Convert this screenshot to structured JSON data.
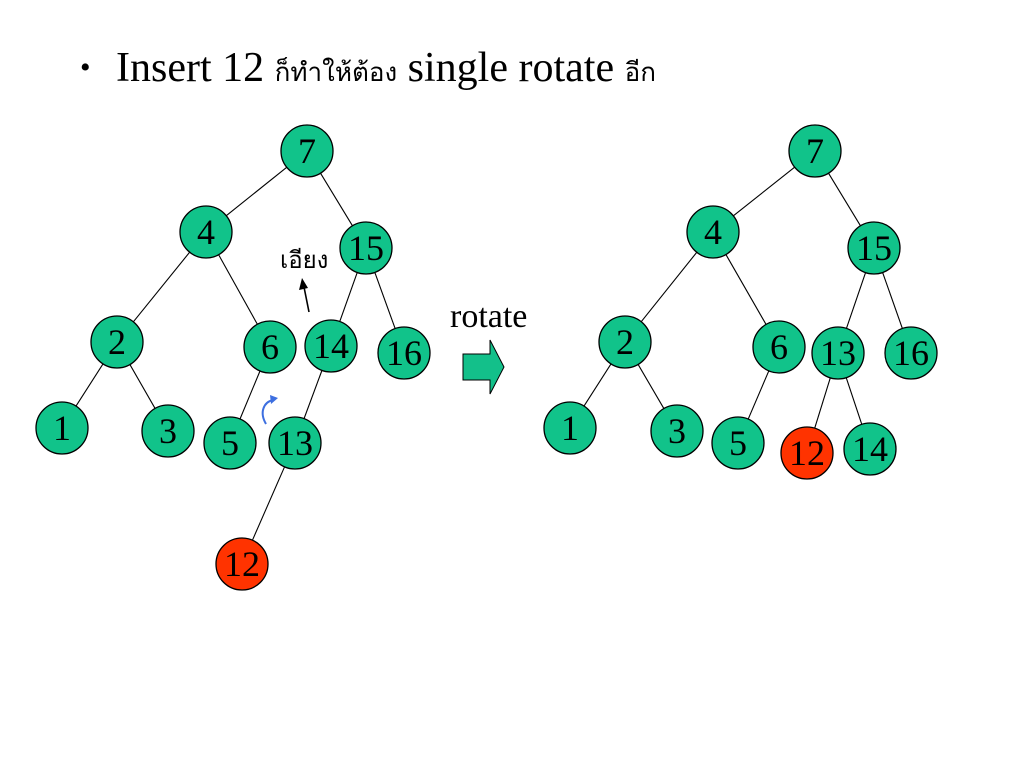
{
  "slide": {
    "bullet": "•",
    "title_prefix": "Insert 12",
    "title_thai_1": "ก็ทำให้ต้อง",
    "title_middle": "single rotate",
    "title_thai_2": "อีก"
  },
  "colors": {
    "node_fill": "#11c38a",
    "new_node_fill": "#ff3300",
    "arrow_fill": "#13c08a",
    "curl_arrow": "#3d6fe0",
    "line": "#000000",
    "background": "#ffffff"
  },
  "annotations": {
    "tilt_label": "เอียง",
    "rotate_label": "rotate"
  },
  "trees": {
    "before": {
      "nodes": [
        "7",
        "4",
        "15",
        "2",
        "6",
        "14",
        "16",
        "1",
        "3",
        "5",
        "13",
        "12"
      ],
      "edges": [
        [
          "7",
          "4"
        ],
        [
          "7",
          "15"
        ],
        [
          "4",
          "2"
        ],
        [
          "4",
          "6"
        ],
        [
          "15",
          "14"
        ],
        [
          "15",
          "16"
        ],
        [
          "2",
          "1"
        ],
        [
          "2",
          "3"
        ],
        [
          "6",
          "5"
        ],
        [
          "14",
          "13"
        ],
        [
          "13",
          "12"
        ]
      ],
      "highlighted": [
        "12"
      ]
    },
    "after": {
      "nodes": [
        "7",
        "4",
        "15",
        "2",
        "6",
        "13",
        "16",
        "1",
        "3",
        "5",
        "12",
        "14"
      ],
      "edges": [
        [
          "7",
          "4"
        ],
        [
          "7",
          "15"
        ],
        [
          "4",
          "2"
        ],
        [
          "4",
          "6"
        ],
        [
          "15",
          "13"
        ],
        [
          "15",
          "16"
        ],
        [
          "2",
          "1"
        ],
        [
          "2",
          "3"
        ],
        [
          "6",
          "5"
        ],
        [
          "13",
          "12"
        ],
        [
          "13",
          "14"
        ]
      ],
      "highlighted": [
        "12"
      ]
    }
  },
  "icons": {
    "transition_arrow": "right-block-arrow-icon",
    "tilt_pointer": "up-arrow-icon",
    "rotation_hint": "curved-arrow-icon"
  }
}
